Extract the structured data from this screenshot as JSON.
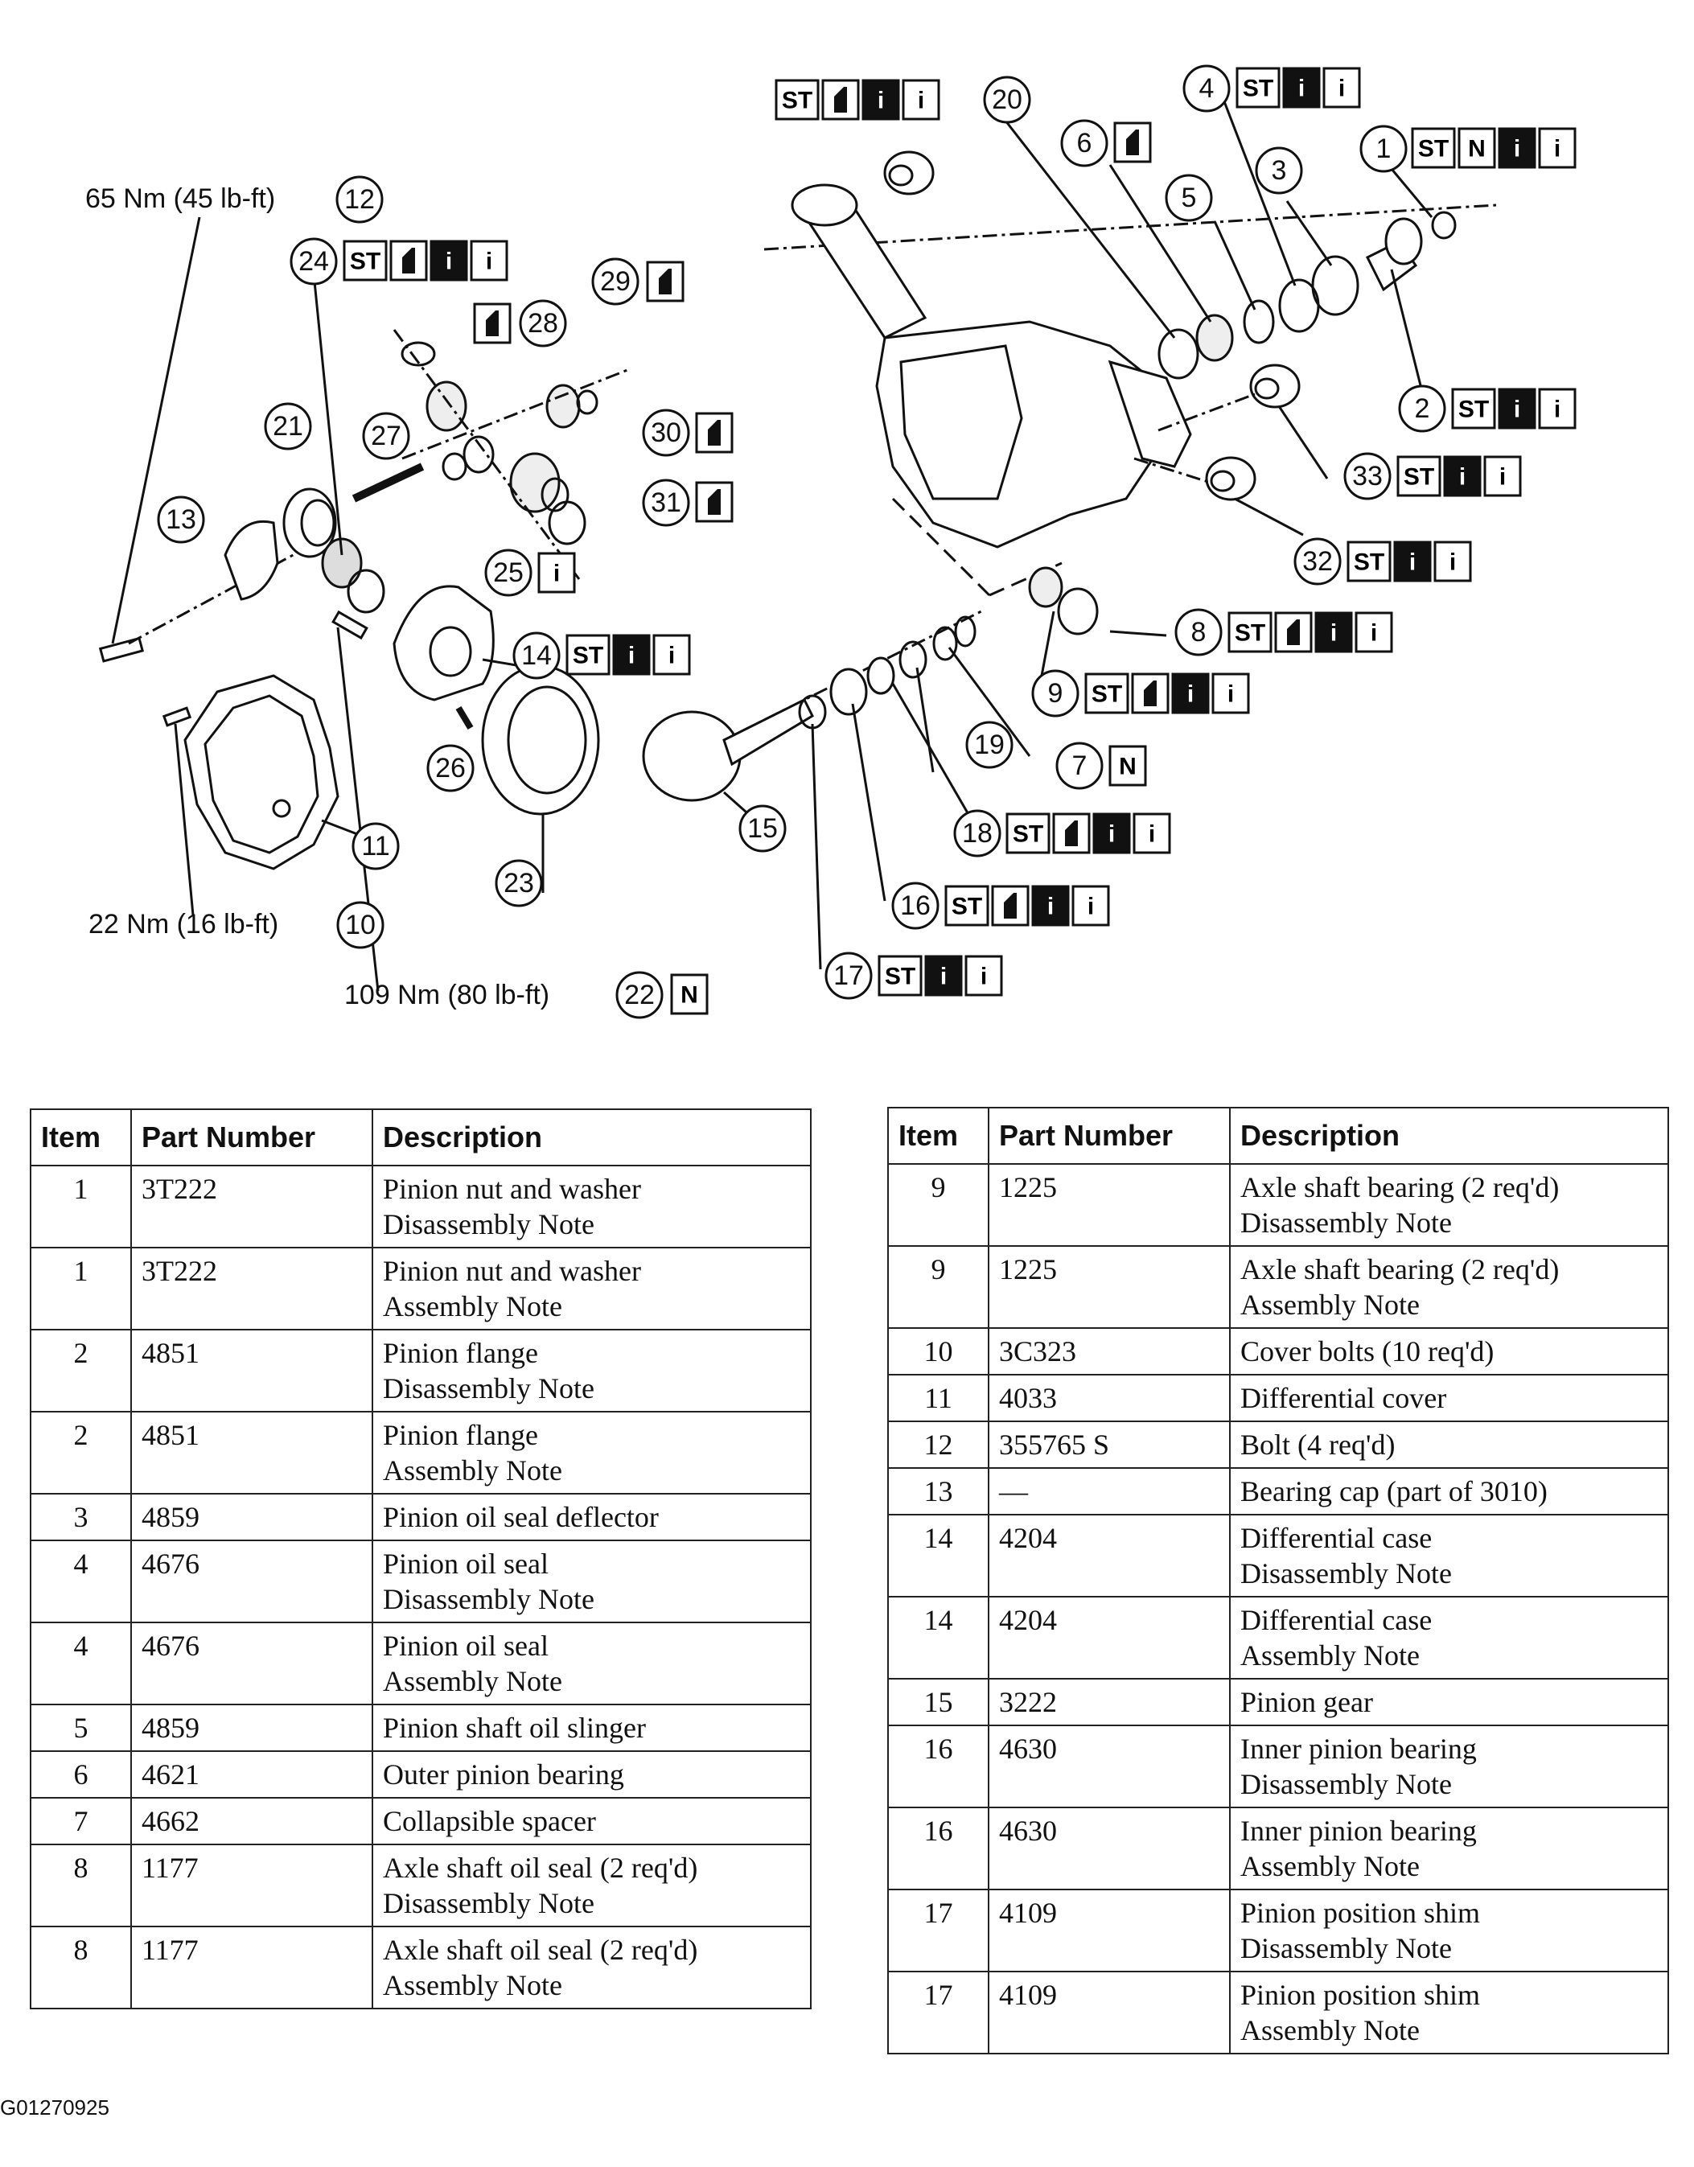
{
  "diagram": {
    "torques": {
      "t12": "65 Nm (45 lb-ft)",
      "t10": "22 Nm (16 lb-ft)",
      "t22": "109 Nm (80 lb-ft)"
    },
    "callouts": [
      "1",
      "2",
      "3",
      "4",
      "5",
      "6",
      "7",
      "8",
      "9",
      "10",
      "11",
      "12",
      "13",
      "14",
      "15",
      "16",
      "17",
      "18",
      "19",
      "20",
      "21",
      "22",
      "23",
      "24",
      "25",
      "26",
      "27",
      "28",
      "29",
      "30",
      "31",
      "32",
      "33"
    ],
    "symbols": {
      "special_tool": "ST",
      "new": "N",
      "info": "i"
    }
  },
  "tables": {
    "headers": {
      "item": "Item",
      "part_number": "Part Number",
      "description": "Description"
    },
    "left": [
      {
        "item": "1",
        "part": "3T222",
        "desc": "Pinion nut and washer",
        "note": "Disassembly Note"
      },
      {
        "item": "1",
        "part": "3T222",
        "desc": "Pinion nut and washer",
        "note": "Assembly Note"
      },
      {
        "item": "2",
        "part": "4851",
        "desc": "Pinion flange",
        "note": "Disassembly Note"
      },
      {
        "item": "2",
        "part": "4851",
        "desc": "Pinion flange",
        "note": "Assembly Note"
      },
      {
        "item": "3",
        "part": "4859",
        "desc": "Pinion oil seal deflector",
        "note": ""
      },
      {
        "item": "4",
        "part": "4676",
        "desc": "Pinion oil seal",
        "note": "Disassembly Note"
      },
      {
        "item": "4",
        "part": "4676",
        "desc": "Pinion oil seal",
        "note": "Assembly Note"
      },
      {
        "item": "5",
        "part": "4859",
        "desc": "Pinion shaft oil slinger",
        "note": ""
      },
      {
        "item": "6",
        "part": "4621",
        "desc": "Outer pinion bearing",
        "note": ""
      },
      {
        "item": "7",
        "part": "4662",
        "desc": "Collapsible spacer",
        "note": ""
      },
      {
        "item": "8",
        "part": "1177",
        "desc": "Axle shaft oil seal (2 req'd)",
        "note": "Disassembly Note"
      },
      {
        "item": "8",
        "part": "1177",
        "desc": "Axle shaft oil seal (2 req'd)",
        "note": "Assembly Note"
      }
    ],
    "right": [
      {
        "item": "9",
        "part": "1225",
        "desc": "Axle shaft bearing (2 req'd)",
        "note": "Disassembly Note"
      },
      {
        "item": "9",
        "part": "1225",
        "desc": "Axle shaft bearing (2 req'd)",
        "note": "Assembly Note"
      },
      {
        "item": "10",
        "part": "3C323",
        "desc": "Cover bolts (10 req'd)",
        "note": ""
      },
      {
        "item": "11",
        "part": "4033",
        "desc": "Differential cover",
        "note": ""
      },
      {
        "item": "12",
        "part": "355765 S",
        "desc": "Bolt (4 req'd)",
        "note": ""
      },
      {
        "item": "13",
        "part": "—",
        "desc": "Bearing cap (part of 3010)",
        "note": ""
      },
      {
        "item": "14",
        "part": "4204",
        "desc": "Differential case",
        "note": "Disassembly Note"
      },
      {
        "item": "14",
        "part": "4204",
        "desc": "Differential case",
        "note": "Assembly Note"
      },
      {
        "item": "15",
        "part": "3222",
        "desc": "Pinion gear",
        "note": ""
      },
      {
        "item": "16",
        "part": "4630",
        "desc": "Inner pinion bearing",
        "note": "Disassembly Note"
      },
      {
        "item": "16",
        "part": "4630",
        "desc": "Inner pinion bearing",
        "note": "Assembly Note"
      },
      {
        "item": "17",
        "part": "4109",
        "desc": "Pinion position shim",
        "note": "Disassembly Note"
      },
      {
        "item": "17",
        "part": "4109",
        "desc": "Pinion position shim",
        "note": "Assembly Note"
      }
    ]
  },
  "footer": {
    "code": "G01270925"
  }
}
